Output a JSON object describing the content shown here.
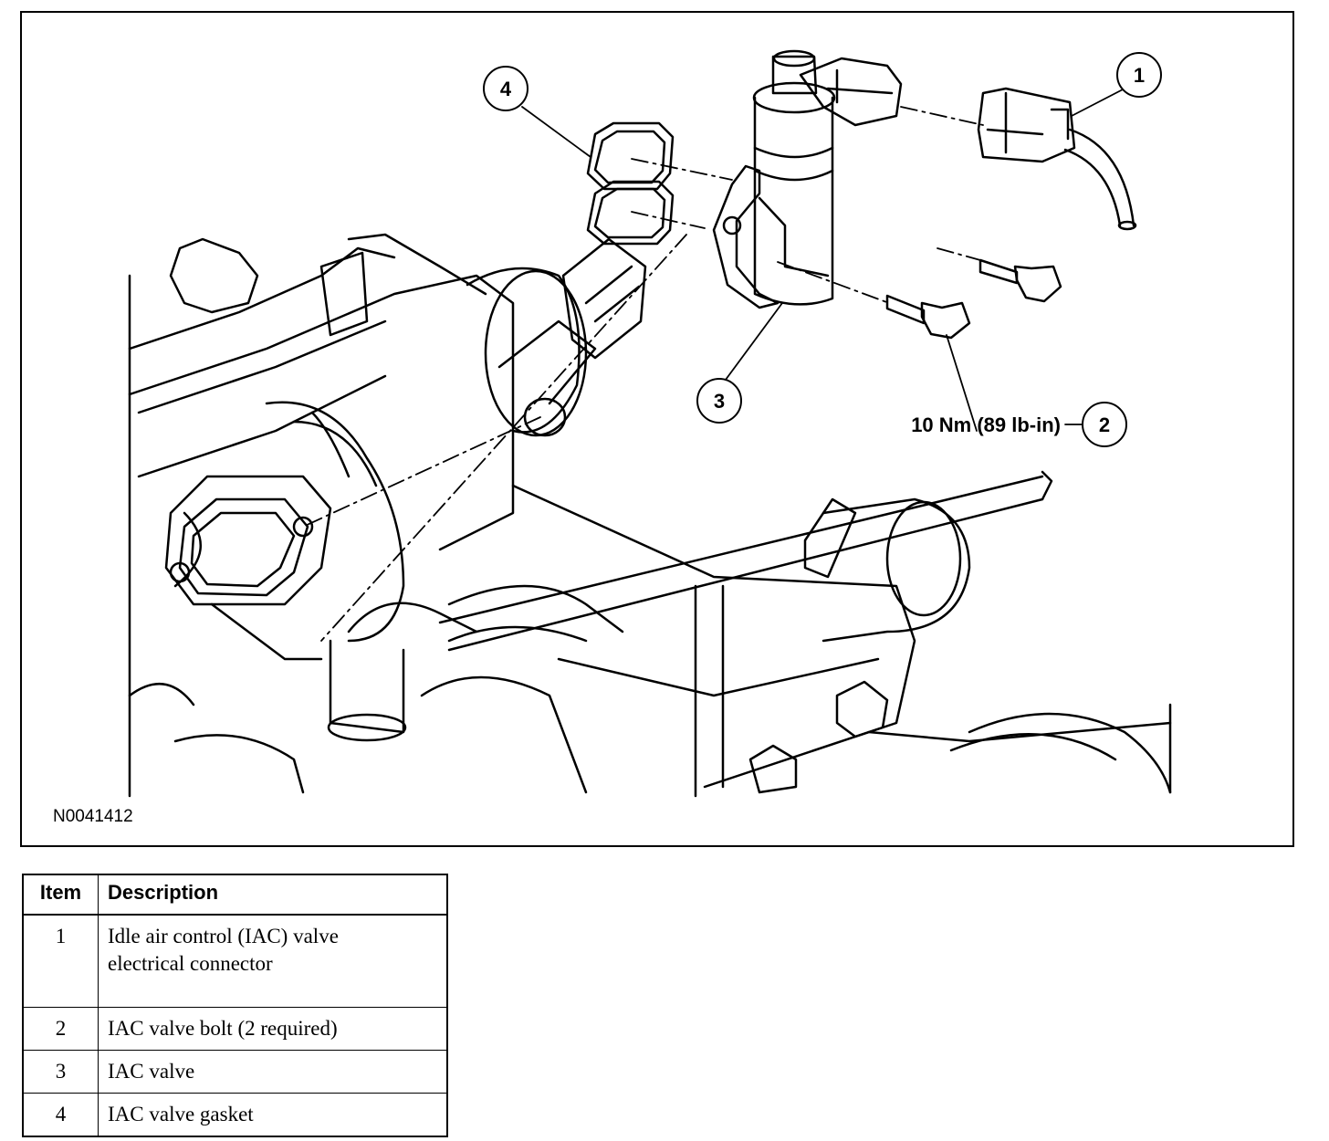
{
  "figure": {
    "id_label": "N0041412",
    "torque_spec": "10 Nm (89 lb-in)",
    "callouts": [
      "1",
      "2",
      "3",
      "4"
    ]
  },
  "legend": {
    "headers": {
      "item": "Item",
      "description": "Description"
    },
    "rows": [
      {
        "item": "1",
        "description_line1": "Idle air control (IAC) valve",
        "description_line2": "electrical connector"
      },
      {
        "item": "2",
        "description": "IAC valve bolt (2 required)"
      },
      {
        "item": "3",
        "description": "IAC valve"
      },
      {
        "item": "4",
        "description": "IAC valve gasket"
      }
    ]
  }
}
